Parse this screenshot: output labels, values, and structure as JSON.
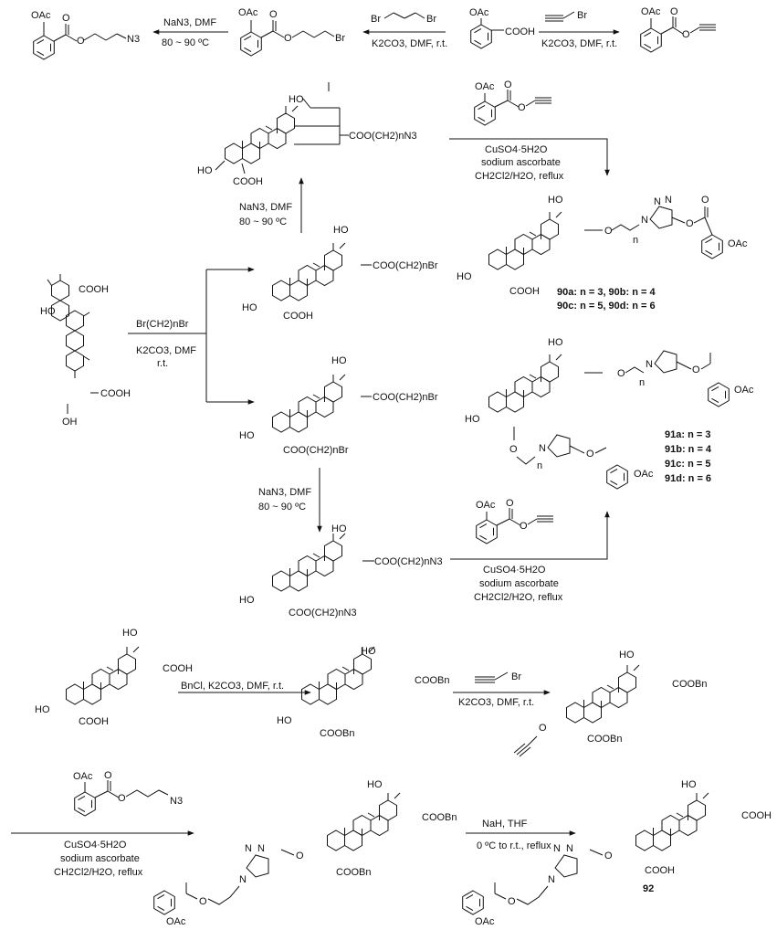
{
  "labels": {
    "oac": "OAc",
    "cooh": "COOH",
    "ho": "HO",
    "oh": "OH",
    "o": "O",
    "n": "N",
    "n3": "N3",
    "br": "Br",
    "coo_ch2n_n3": "COO(CH2)nN3",
    "coo_ch2n_br": "COO(CH2)nBr",
    "coobn": "COOBn",
    "n_sub": "n"
  },
  "conditions": {
    "nan3_dmf": "NaN3, DMF",
    "temp": "80 ~ 90 ºC",
    "k2co3_dmf_rt": "K2CO3, DMF, r.t.",
    "cuso4": "CuSO4·5H2O",
    "ascorbate": "sodium ascorbate",
    "solvent": "CH2Cl2/H2O, reflux",
    "brch2nbr": "Br(CH2)nBr",
    "k2co3_dmf": "K2CO3, DMF",
    "rt": "r.t.",
    "bncl": "BnCl, K2CO3, DMF, r.t.",
    "nah_thf": "NaH, THF",
    "temp2": "0 ºC to r.t., reflux"
  },
  "compounds": {
    "c90_line1": "90a: n = 3, 90b: n = 4",
    "c90_line2": "90c: n = 5, 90d: n = 6",
    "c91a": "91a: n = 3",
    "c91b": "91b: n = 4",
    "c91c": "91c: n = 5",
    "c91d": "91d: n = 6",
    "c92": "92"
  }
}
